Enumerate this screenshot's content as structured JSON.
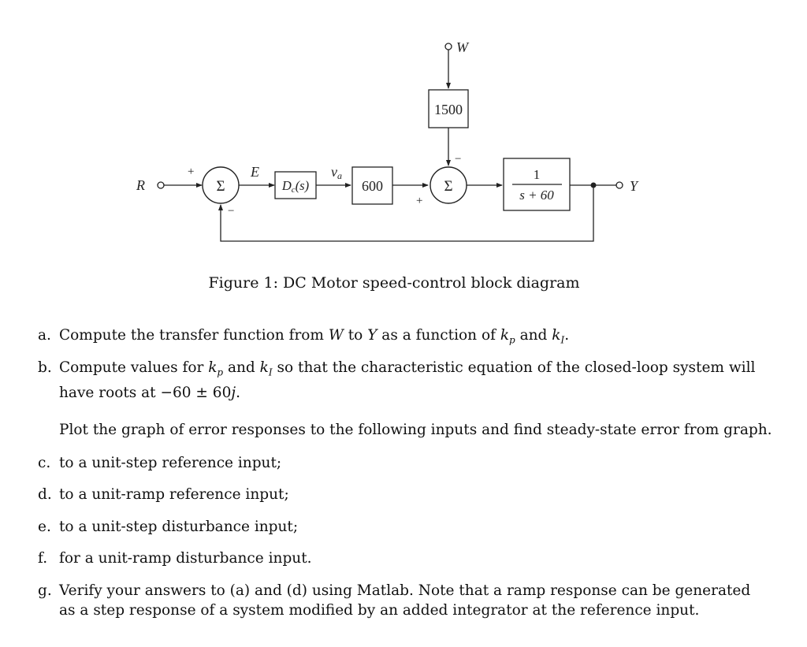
{
  "diagram": {
    "input_R": "R",
    "output_Y": "Y",
    "disturbance_W": "W",
    "signal_E": "E",
    "signal_va": "v",
    "signal_va_sub": "a",
    "block_controller": "D_c(s)",
    "block_gain": "600",
    "block_disturbance_gain": "1500",
    "block_plant_num": "1",
    "block_plant_den": "s + 60",
    "sum_symbol": "Σ",
    "sign_plus": "+",
    "sign_minus": "−"
  },
  "caption": "Figure 1: DC Motor speed-control block diagram",
  "questions": [
    {
      "label": "a.",
      "text": "Compute the transfer function from W to Y as a function of k_p and k_I."
    },
    {
      "label": "b.",
      "text": "Compute values for k_p and k_I so that the characteristic equation of the closed-loop system will have roots at −60 ± 60j."
    },
    {
      "label": "c.",
      "text": "to a unit-step reference input;"
    },
    {
      "label": "d.",
      "text": "to a unit-ramp reference input;"
    },
    {
      "label": "e.",
      "text": "to a unit-step disturbance input;"
    },
    {
      "label": "f.",
      "text": "for a unit-ramp disturbance input."
    },
    {
      "label": "g.",
      "text": "Verify your answers to (a) and (d) using Matlab. Note that a ramp response can be generated as a step response of a system modified by an added integrator at the reference input."
    }
  ],
  "plot_instruction": "Plot the graph of error responses to the following inputs and find steady-state error from graph."
}
